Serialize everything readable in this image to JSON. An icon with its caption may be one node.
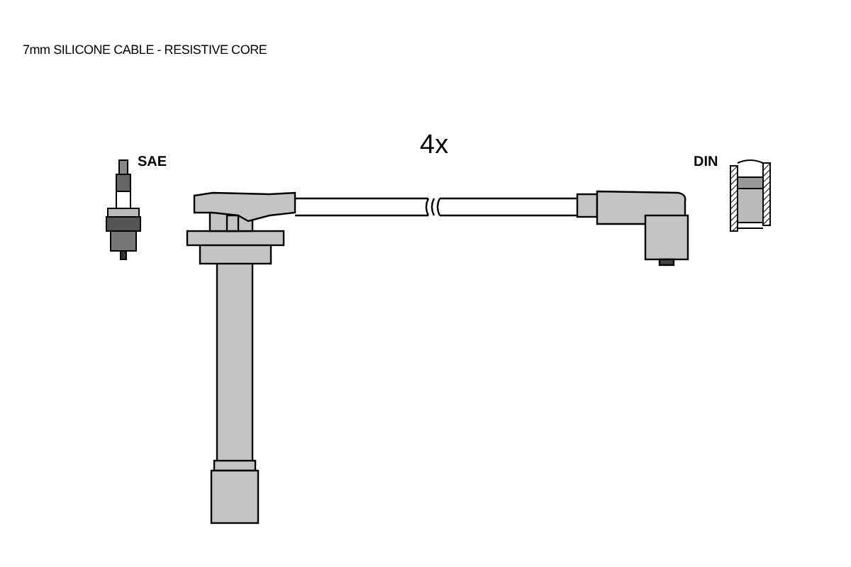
{
  "diagram": {
    "labels": [
      "7mm SILICONE CABLE - RESISTIVE CORE",
      "SAE",
      "4x",
      "DIN"
    ]
  }
}
